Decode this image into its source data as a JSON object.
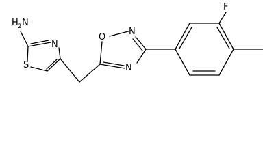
{
  "molecule": {
    "atoms": {
      "amine_h": "H",
      "amine_h_count": "2",
      "amine_n": "N",
      "thiazole_n": "N",
      "thiazole_s": "S",
      "oxadiazole_o": "O",
      "oxadiazole_n_upper": "N",
      "oxadiazole_n_lower": "N",
      "fluorine": "F"
    }
  }
}
